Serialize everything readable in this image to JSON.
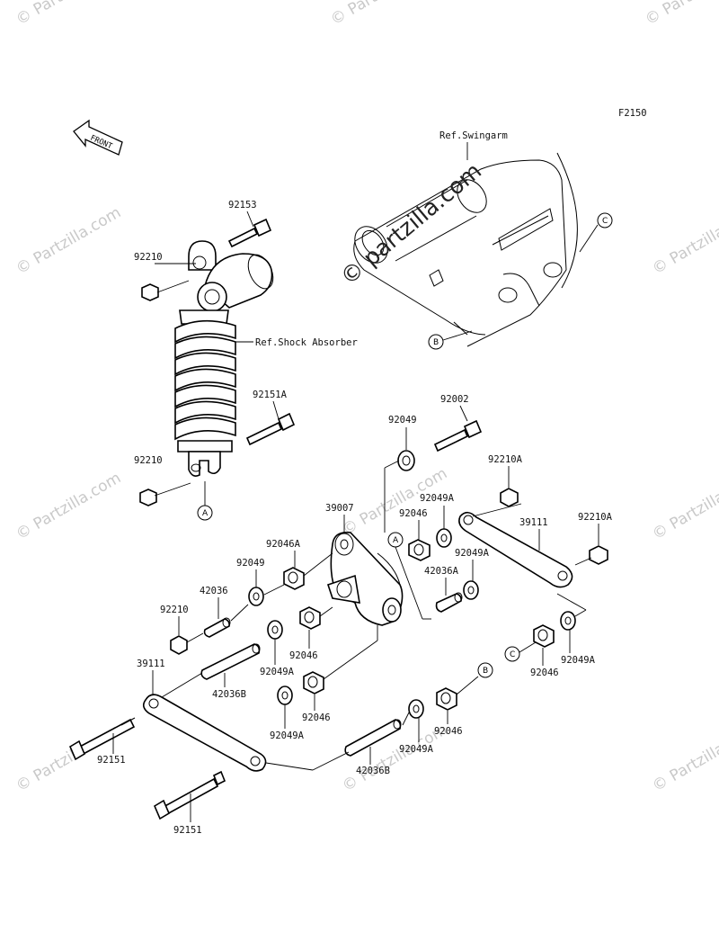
{
  "figure_code": "F2150",
  "front_label": "FRONT",
  "watermark": "© Partzilla.com",
  "watermark_main": "© partzilla.com",
  "refs": {
    "swingarm": "Ref.Swingarm",
    "shock": "Ref.Shock Absorber"
  },
  "callouts": {
    "a": "A",
    "b": "B",
    "c": "C"
  },
  "parts": {
    "p92153": "92153",
    "p92210_top": "92210",
    "p92151A": "92151A",
    "p92210_mid": "92210",
    "p92002": "92002",
    "p92049_top": "92049",
    "p92210A_1": "92210A",
    "p92049A_1": "92049A",
    "p92046_1": "92046",
    "p39007": "39007",
    "p39111_r": "39111",
    "p92210A_2": "92210A",
    "p92046A": "92046A",
    "p92049_l": "92049",
    "p42036": "42036",
    "p92049A_2": "92049A",
    "p42036A": "42036A",
    "p92210_low": "92210",
    "p92046_2": "92046",
    "p92049A_3": "92049A",
    "p42036B_1": "42036B",
    "p39111_l": "39111",
    "p92046_3": "92046",
    "p92049A_4": "92049A",
    "p92046_4": "92046",
    "p92049A_5": "92049A",
    "p92049A_6": "92049A",
    "p92046_5": "92046",
    "p92151_1": "92151",
    "p42036B_2": "42036B",
    "p92151_2": "92151"
  }
}
